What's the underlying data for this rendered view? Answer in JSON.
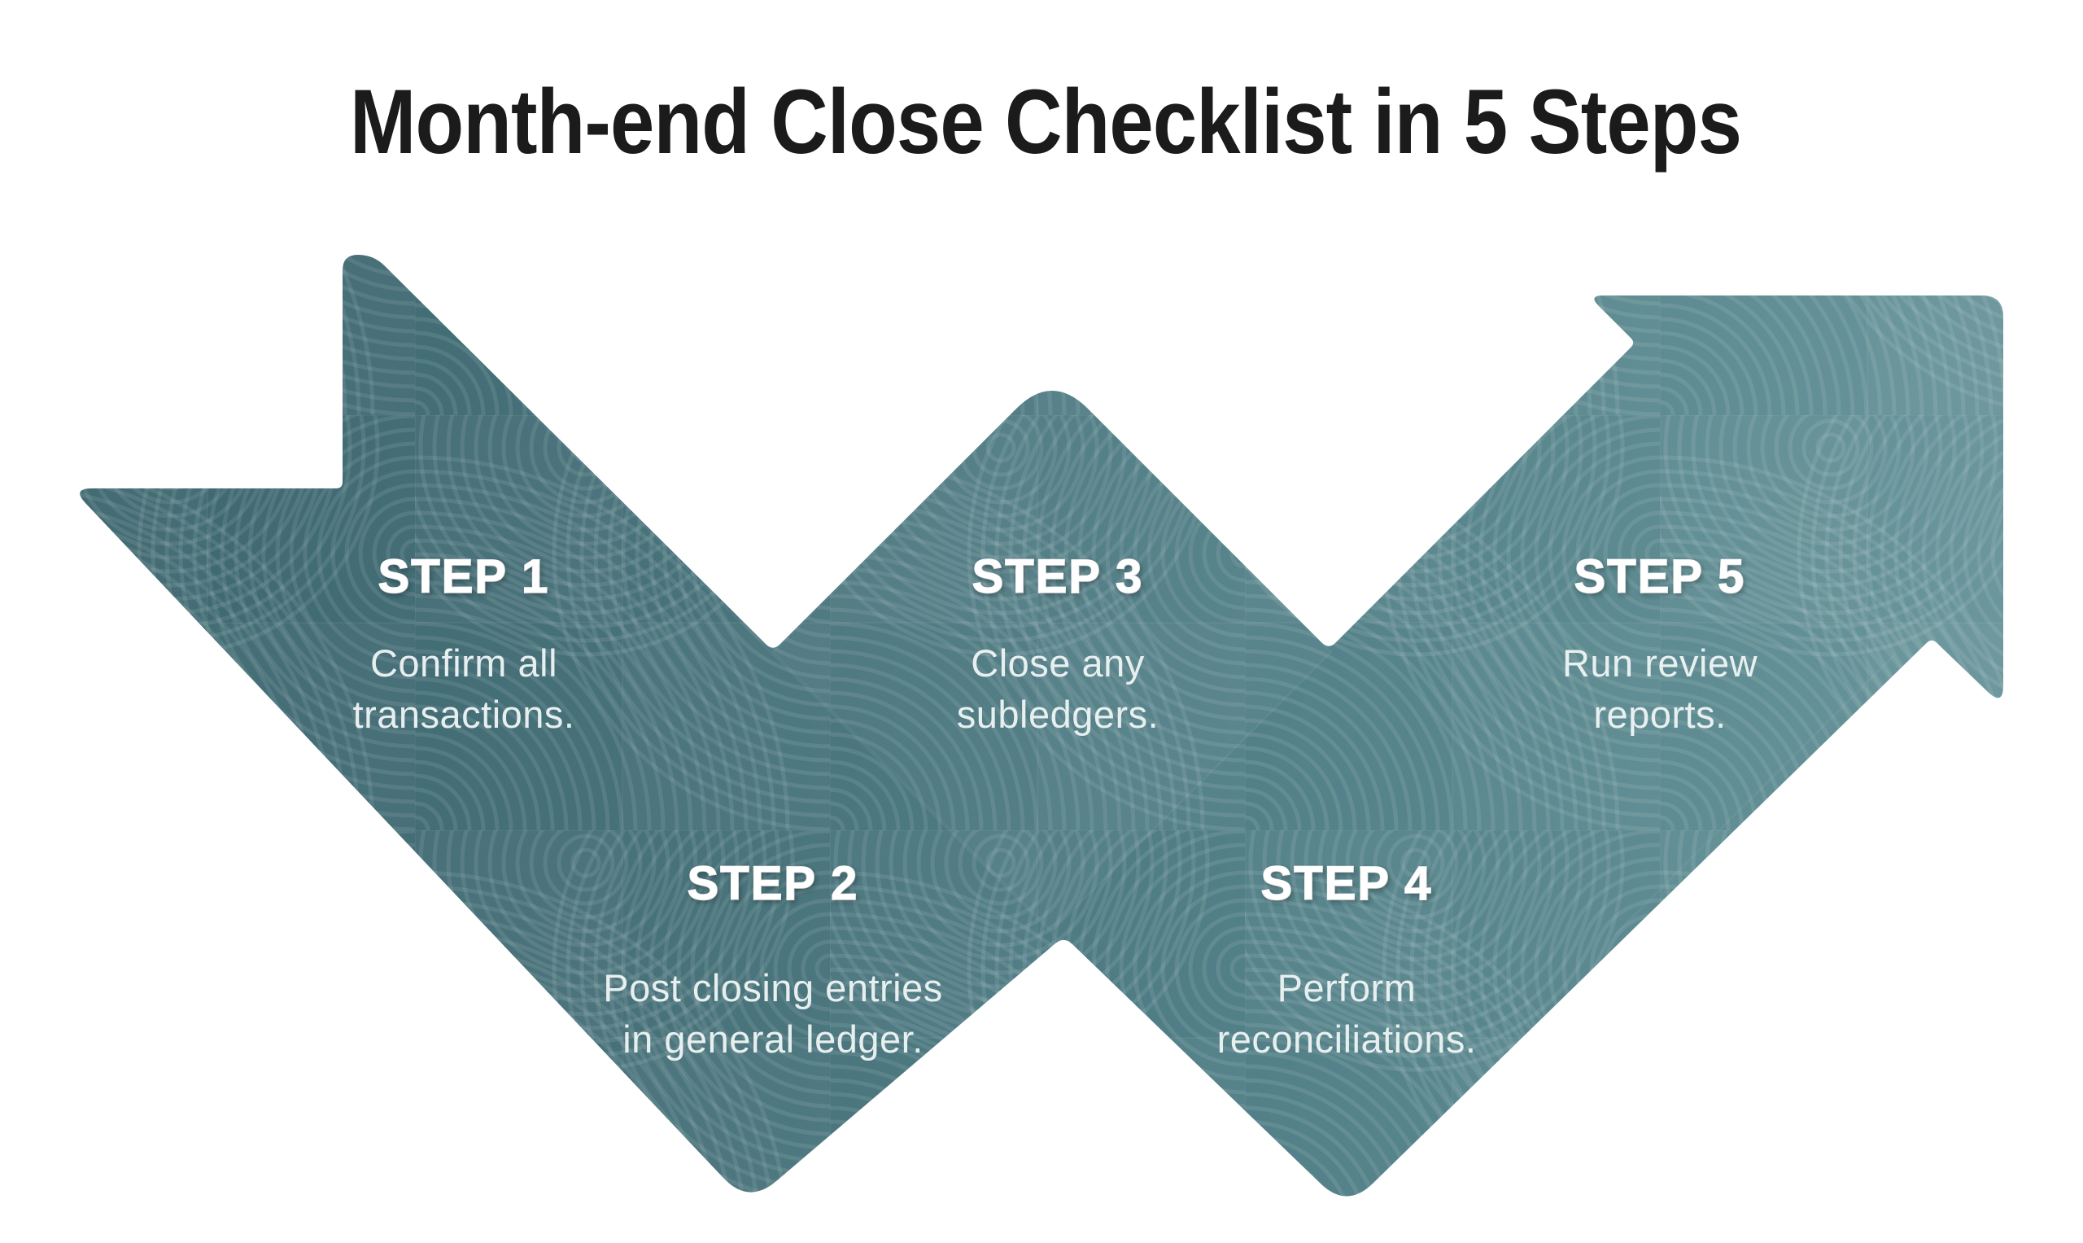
{
  "title": "Month-end Close Checklist in 5 Steps",
  "steps": [
    {
      "label": "STEP 1",
      "line1": "Confirm all",
      "line2": "transactions."
    },
    {
      "label": "STEP 2",
      "line1": "Post closing entries",
      "line2": "in general ledger."
    },
    {
      "label": "STEP 3",
      "line1": "Close any",
      "line2": "subledgers."
    },
    {
      "label": "STEP 4",
      "line1": "Perform",
      "line2": "reconciliations."
    },
    {
      "label": "STEP 5",
      "line1": "Run review",
      "line2": "reports."
    }
  ],
  "colors": {
    "background": "#ffffff",
    "title_text": "#1b1b1b",
    "step_label_text": "#ffffff",
    "step_body_text": "#edf3f3",
    "texture_line": "#ffffff",
    "arrow_gradient": [
      "#3e6770",
      "#48727a",
      "#507d85",
      "#5c8a90",
      "#6a969c"
    ]
  }
}
